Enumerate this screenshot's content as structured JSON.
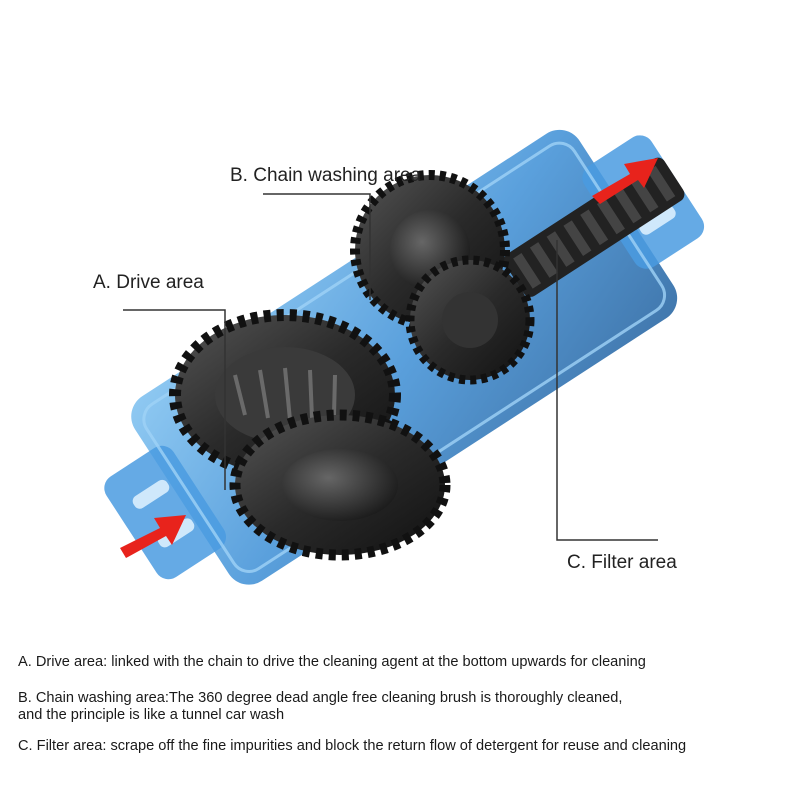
{
  "callouts": {
    "a": "A. Drive area",
    "b": "B. Chain washing area",
    "c": "C. Filter area"
  },
  "descriptions": {
    "a": "A. Drive area: linked with the chain to drive the cleaning agent at the bottom upwards for cleaning",
    "b_line1": "B. Chain washing area:The 360 degree dead angle free cleaning brush is thoroughly cleaned,",
    "b_line2": "and the principle is like a tunnel car wash",
    "c": "C. Filter area: scrape off the fine impurities and block the return flow of detergent for reuse and cleaning"
  },
  "colors": {
    "housing": "#3d8fd6",
    "housing_dark": "#1f5f9e",
    "gear": "#2a2a2a",
    "arrow": "#e8231c",
    "leader": "#333333"
  }
}
